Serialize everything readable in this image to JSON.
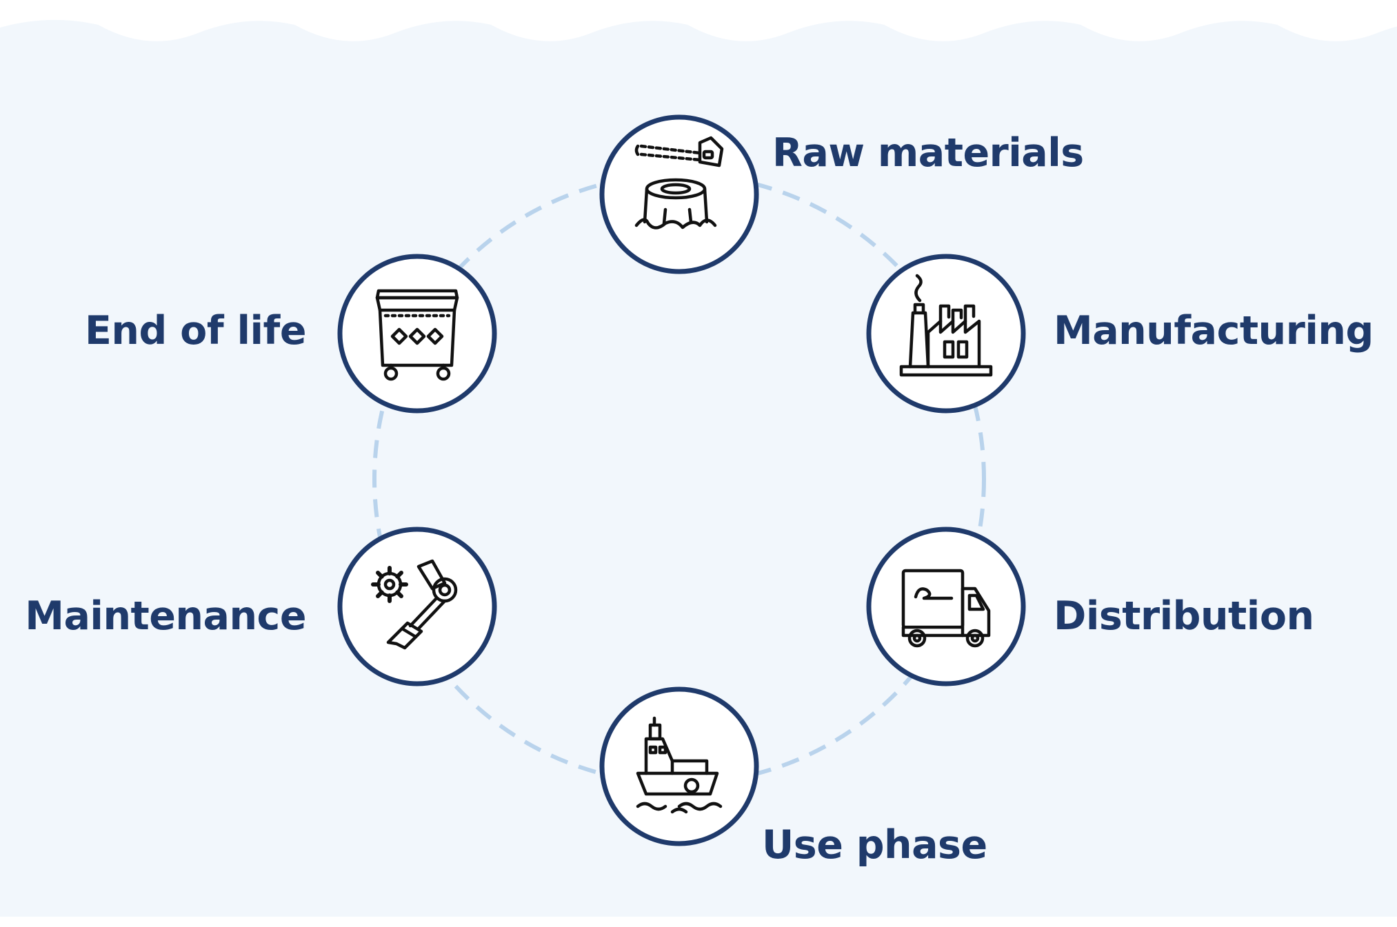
{
  "diagram": {
    "type": "lifecycle-cycle",
    "stages": [
      {
        "id": "raw-materials",
        "label": "Raw materials",
        "icon": "chainsaw-stump-icon"
      },
      {
        "id": "manufacturing",
        "label": "Manufacturing",
        "icon": "factory-icon"
      },
      {
        "id": "distribution",
        "label": "Distribution",
        "icon": "delivery-truck-icon"
      },
      {
        "id": "use-phase",
        "label": "Use phase",
        "icon": "ship-icon"
      },
      {
        "id": "maintenance",
        "label": "Maintenance",
        "icon": "robotic-arm-gear-icon"
      },
      {
        "id": "end-of-life",
        "label": "End of life",
        "icon": "waste-container-icon"
      }
    ]
  },
  "colors": {
    "background": "#f2f7fc",
    "wave_top": "#ffffff",
    "node_border": "#1f3a6b",
    "node_fill": "#ffffff",
    "dashed_ring": "#b9d3ec",
    "label_text": "#1f3a6b",
    "icon_stroke": "#111111"
  }
}
